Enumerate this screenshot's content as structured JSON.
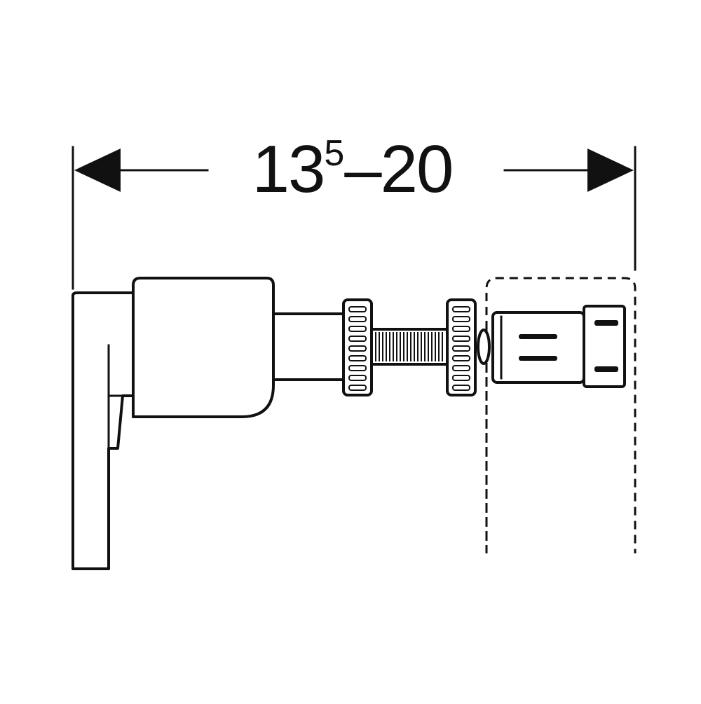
{
  "dimension": {
    "main": "13",
    "superscript": "5",
    "separator": "–",
    "end": "20"
  },
  "colors": {
    "ink": "#111111",
    "background": "#ffffff"
  }
}
